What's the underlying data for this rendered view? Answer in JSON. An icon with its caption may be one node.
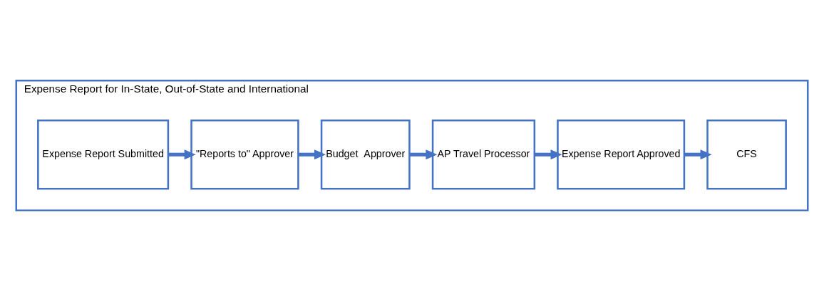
{
  "diagram": {
    "nodes": [
      {
        "text": [
          "Expense Report for In-State, Out-of-State and International"
        ]
      },
      {
        "text": [
          "Expense Report Submitted"
        ],
        "in": 0
      },
      {
        "text": [
          "\"Reports to\" Approver"
        ],
        "in": 0
      },
      {
        "text": [
          "Budget  Approver"
        ],
        "in": 0
      },
      {
        "text": [
          "AP Travel Processor"
        ],
        "in": 0
      },
      {
        "text": [
          "Expense Report Approved"
        ],
        "in": 0
      },
      {
        "text": [
          "CFS"
        ],
        "in": 0
      }
    ],
    "edges": [
      {
        "from": 1,
        "to": 2,
        "arrow": "to"
      },
      {
        "from": 2,
        "to": 3,
        "arrow": "to"
      },
      {
        "from": 3,
        "to": 4,
        "arrow": "to"
      },
      {
        "from": 4,
        "to": 5,
        "arrow": "to"
      },
      {
        "from": 5,
        "to": 6,
        "arrow": "to"
      }
    ]
  }
}
